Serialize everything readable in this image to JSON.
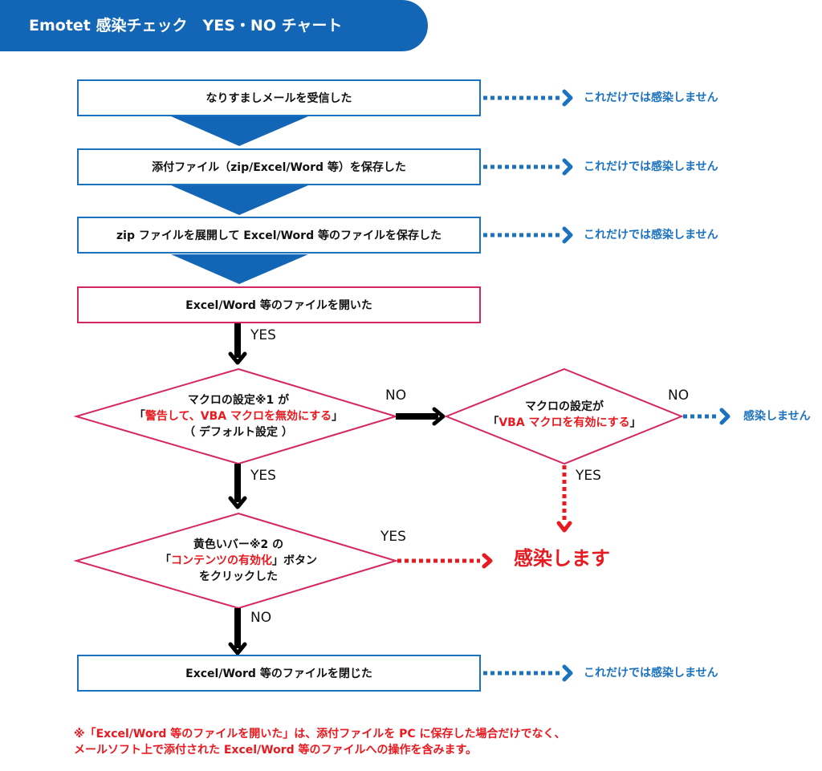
{
  "title": "Emotet 感染チェック　YES・NO チャート",
  "colors": {
    "blue": "#1266b5",
    "red": "#e8191f",
    "crimson": "#d3275d"
  },
  "steps": {
    "s1": "なりすましメールを受信した",
    "s2": "添付ファイル（zip/Excel/Word 等）を保存した",
    "s3": "zip ファイルを展開して Excel/Word 等のファイルを保存した",
    "s4": "Excel/Word 等のファイルを開いた",
    "s5": "Excel/Word 等のファイルを閉じた"
  },
  "side_notes": {
    "n1": "これだけでは感染しません",
    "n2": "これだけでは感染しません",
    "n3": "これだけでは感染しません",
    "n5": "これだけでは感染しません",
    "no_infection": "感染しません"
  },
  "decisions": {
    "d1": {
      "line1": "マクロの設定※1 が",
      "open": "「",
      "emph": "警告して、VBA マクロを無効にする",
      "close": "」",
      "line3": "（ デフォルト設定 ）"
    },
    "d2": {
      "line1": "マクロの設定が",
      "open": "「",
      "emph": "VBA マクロを有効にする",
      "close": "」"
    },
    "d3": {
      "line1": "黄色いバー※2 の",
      "open": "「",
      "emph": "コンテンツの有効化",
      "close": "」ボタン",
      "line3": "をクリックした"
    }
  },
  "labels": {
    "yes1": "YES",
    "no1": "NO",
    "no2": "NO",
    "yes2": "YES",
    "yes3": "YES",
    "yes4": "YES",
    "no3": "NO"
  },
  "result": "感染します",
  "footnote": {
    "line1": "※「Excel/Word 等のファイルを開いた」は、添付ファイルを PC に保存した場合だけでなく、",
    "line2": "メールソフト上で添付された Excel/Word 等のファイルへの操作を含みます。"
  }
}
